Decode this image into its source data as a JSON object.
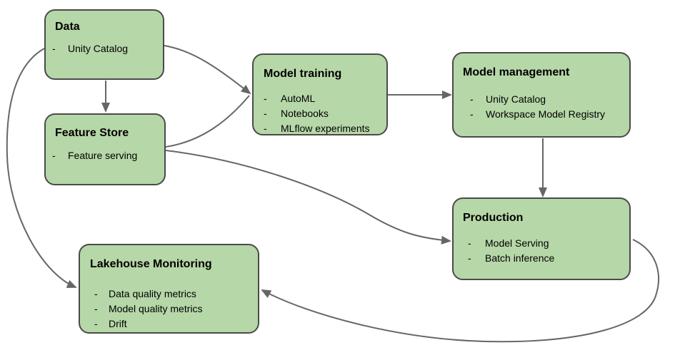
{
  "diagram": {
    "bullet": "-",
    "colors": {
      "background": "#ffffff",
      "node_fill": "#b6d7a8",
      "node_border": "#4a4a4a",
      "arrow": "#666666",
      "text": "#000000"
    },
    "nodes": [
      {
        "id": "data",
        "title": "Data",
        "items": [
          "Unity Catalog"
        ]
      },
      {
        "id": "feature-store",
        "title": "Feature Store",
        "items": [
          "Feature serving"
        ]
      },
      {
        "id": "model-training",
        "title": "Model training",
        "items": [
          "AutoML",
          "Notebooks",
          "MLflow experiments"
        ]
      },
      {
        "id": "model-management",
        "title": "Model management",
        "items": [
          "Unity Catalog",
          "Workspace Model Registry"
        ]
      },
      {
        "id": "production",
        "title": "Production",
        "items": [
          "Model Serving",
          "Batch inference"
        ]
      },
      {
        "id": "lakehouse-monitoring",
        "title": "Lakehouse Monitoring",
        "items": [
          "Data quality metrics",
          "Model quality metrics",
          "Drift"
        ]
      }
    ],
    "edges": [
      {
        "from": "data",
        "to": "feature-store"
      },
      {
        "from": "data",
        "to": "model-training"
      },
      {
        "from": "feature-store",
        "to": "model-training"
      },
      {
        "from": "model-training",
        "to": "model-management"
      },
      {
        "from": "model-management",
        "to": "production"
      },
      {
        "from": "feature-store",
        "to": "production"
      },
      {
        "from": "data",
        "to": "lakehouse-monitoring"
      },
      {
        "from": "production",
        "to": "lakehouse-monitoring"
      }
    ]
  }
}
